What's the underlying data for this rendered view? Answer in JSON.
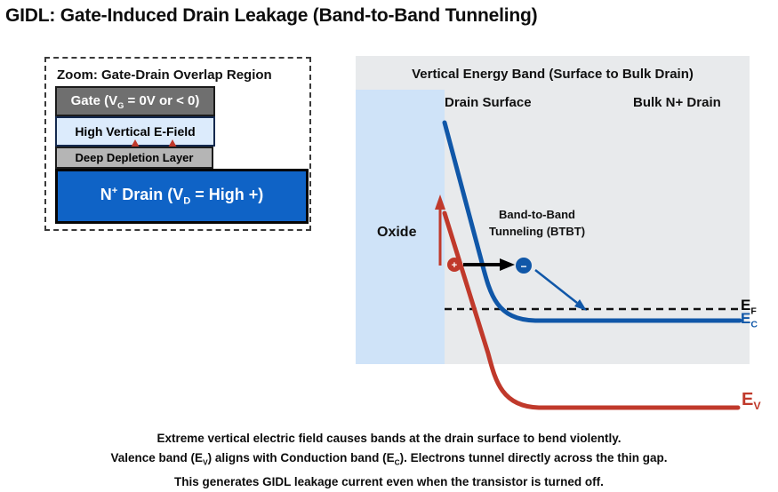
{
  "title": "GIDL: Gate-Induced Drain Leakage (Band-to-Band Tunneling)",
  "colors": {
    "drain_blue": "#0f63c6",
    "band_blue": "#1057a8",
    "field_red": "#c0392b",
    "oxide_blue": "#cfe3f8",
    "efield_blue": "#dcebfc",
    "panel_gray": "#e8eaec",
    "gate_gray": "#6f6f6f",
    "depletion_gray": "#b5b5b5",
    "dashed_line_black": "#111111"
  },
  "zoom_box": {
    "title": "Zoom: Gate-Drain Overlap Region",
    "gate": {
      "pre": "Gate (V",
      "sub": "G",
      "post": " = 0V or < 0)"
    },
    "efield": "High Vertical E-Field",
    "depletion": "Deep Depletion Layer",
    "drain": {
      "pre": "N",
      "sup": "+",
      "mid": " Drain (V",
      "sub": "D",
      "post": " = High +)"
    }
  },
  "band_diagram": {
    "title": "Vertical Energy Band (Surface to Bulk Drain)",
    "surface_label": "Drain Surface",
    "bulk_label": "Bulk N+ Drain",
    "oxide_label": "Oxide",
    "btbt_line1": "Band-to-Band",
    "btbt_line2": "Tunneling (BTBT)",
    "hole_symbol": "+",
    "electron_symbol": "−",
    "ef_label": {
      "main": "E",
      "sub": "F"
    },
    "ec_label": {
      "main": "E",
      "sub": "C"
    },
    "ev_label": {
      "main": "E",
      "sub": "V"
    }
  },
  "footer": {
    "line1": "Extreme vertical electric field causes bands at the drain surface to bend violently.",
    "line2": {
      "a": "Valence band (E",
      "a_sub": "V",
      "b": ") aligns with Conduction band (E",
      "b_sub": "C",
      "c": "). Electrons tunnel directly across the thin gap."
    },
    "line3": "This generates GIDL leakage current even when the transistor is turned off."
  }
}
